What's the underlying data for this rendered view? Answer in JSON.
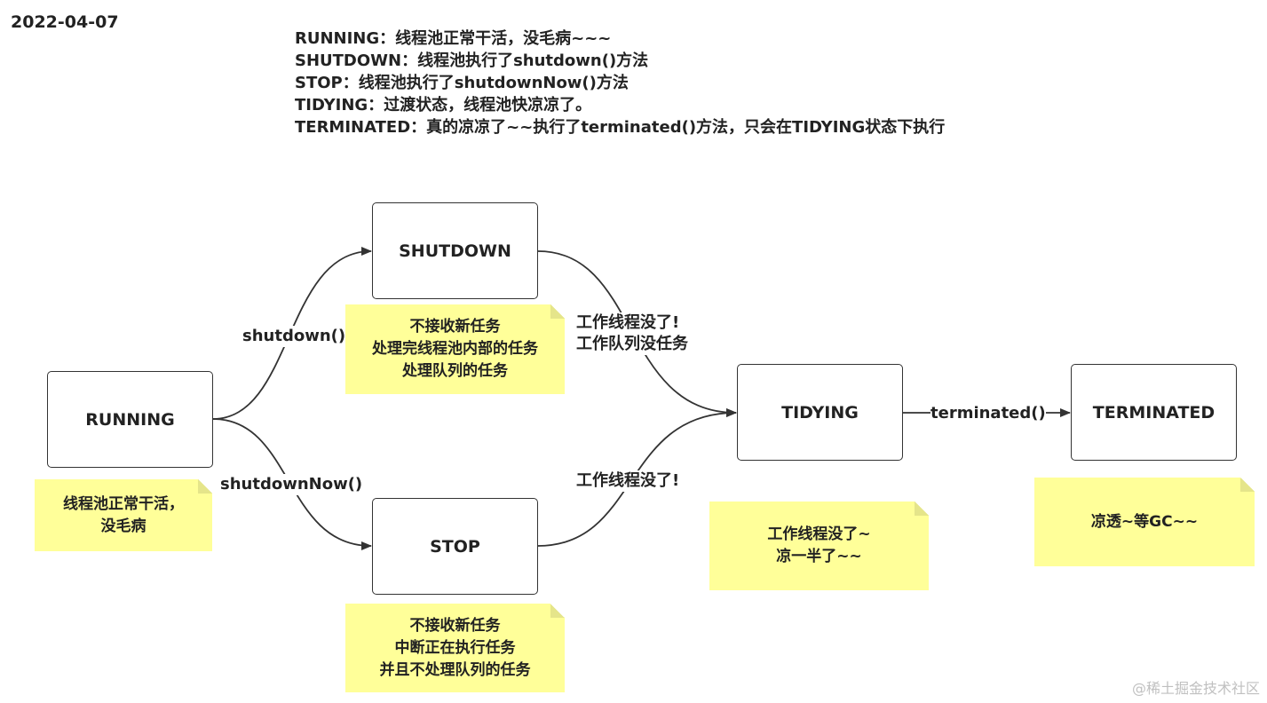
{
  "date": "2022-04-07",
  "legend": [
    "RUNNING：线程池正常干活，没毛病~~~",
    "SHUTDOWN：线程池执行了shutdown()方法",
    "STOP：线程池执行了shutdownNow()方法",
    "TIDYING：过渡状态，线程池快凉凉了。",
    "TERMINATED：真的凉凉了~~执行了terminated()方法，只会在TIDYING状态下执行"
  ],
  "states": {
    "running": "RUNNING",
    "shutdown": "SHUTDOWN",
    "stop": "STOP",
    "tidying": "TIDYING",
    "terminated": "TERMINATED"
  },
  "edges": {
    "running_to_shutdown": "shutdown()",
    "running_to_stop": "shutdownNow()",
    "shutdown_to_tidying": [
      "工作线程没了!",
      "工作队列没任务"
    ],
    "stop_to_tidying": "工作线程没了!",
    "tidying_to_terminated": "terminated()"
  },
  "notes": {
    "running": [
      "线程池正常干活，",
      "没毛病"
    ],
    "shutdown": [
      "不接收新任务",
      "处理完线程池内部的任务",
      "处理队列的任务"
    ],
    "stop": [
      "不接收新任务",
      "中断正在执行任务",
      "并且不处理队列的任务"
    ],
    "tidying": [
      "工作线程没了~",
      "凉一半了~~"
    ],
    "terminated": [
      "凉透~等GC~~"
    ]
  },
  "watermark": "@稀土掘金技术社区",
  "colors": {
    "note_fill": "#ffff99",
    "node_border": "#333333",
    "edge": "#333333"
  }
}
